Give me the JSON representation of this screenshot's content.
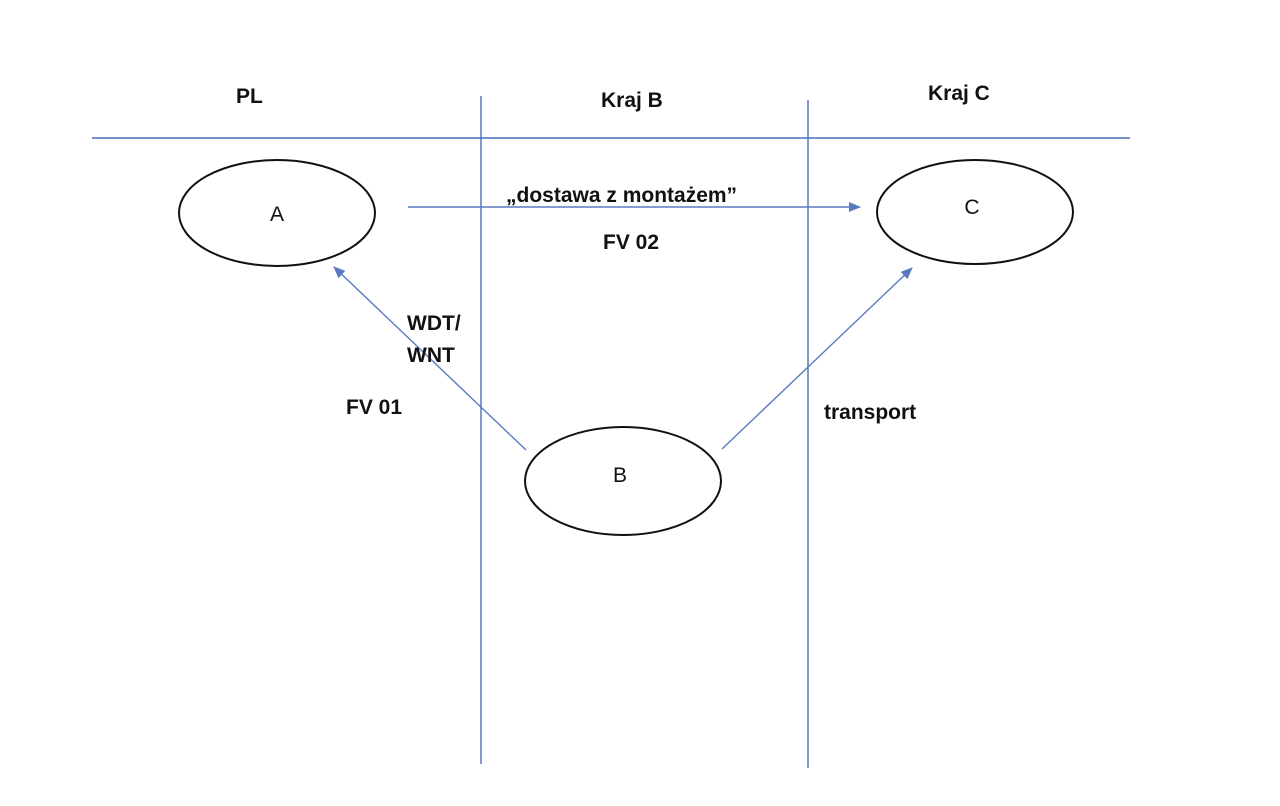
{
  "regions": [
    {
      "label": "PL"
    },
    {
      "label": "Kraj B"
    },
    {
      "label": "Kraj C"
    }
  ],
  "nodes": [
    {
      "id": "A",
      "label": "A"
    },
    {
      "id": "B",
      "label": "B"
    },
    {
      "id": "C",
      "label": "C"
    }
  ],
  "edges": [
    {
      "from": "A",
      "to": "C",
      "label": "„dostawa z montażem”",
      "sublabel": "FV 02"
    },
    {
      "from": "B",
      "to": "A",
      "label_line1": "WDT/",
      "label_line2": "WNT",
      "sublabel": "FV 01"
    },
    {
      "from": "B",
      "to": "C",
      "label": "transport"
    }
  ],
  "colors": {
    "lines": "#4a6fb5",
    "arrows": "#5a7ac0",
    "node_stroke": "#111111",
    "text": "#111111"
  }
}
